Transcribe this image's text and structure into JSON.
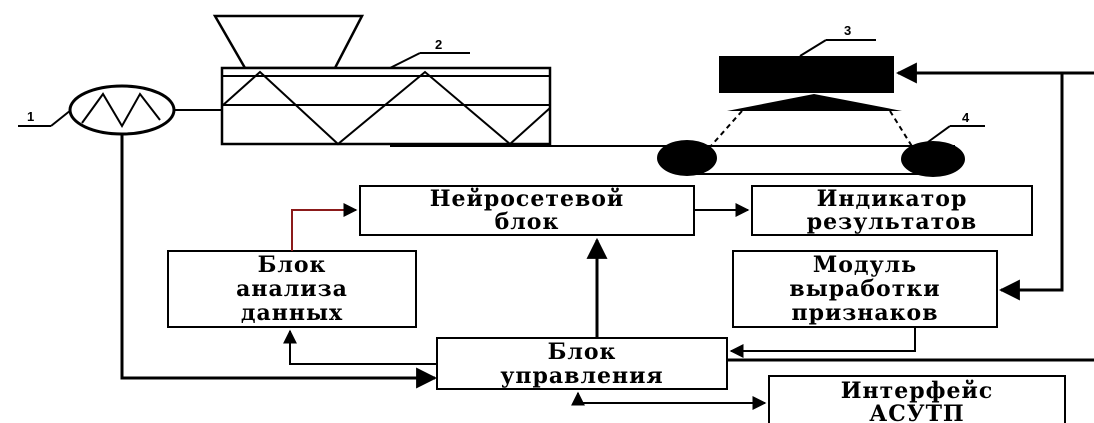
{
  "components": {
    "pump": {
      "number": "1"
    },
    "screw_feeder": {
      "number": "2"
    },
    "camera": {
      "number": "3"
    },
    "conveyor": {
      "number": "4"
    }
  },
  "blocks": {
    "neural": {
      "line1": "Нейросетевой",
      "line2": "блок"
    },
    "indicator": {
      "line1": "Индикатор",
      "line2": "результатов"
    },
    "analysis": {
      "line1": "Блок",
      "line2": "анализа",
      "line3": "данных"
    },
    "features": {
      "line1": "Модуль",
      "line2": "выработки",
      "line3": "признаков"
    },
    "control": {
      "line1": "Блок",
      "line2": "управления"
    },
    "interface": {
      "line1": "Интерфейс",
      "line2": "АСУТП"
    }
  },
  "colors": {
    "link_to_neural": "#8b1a1a"
  }
}
